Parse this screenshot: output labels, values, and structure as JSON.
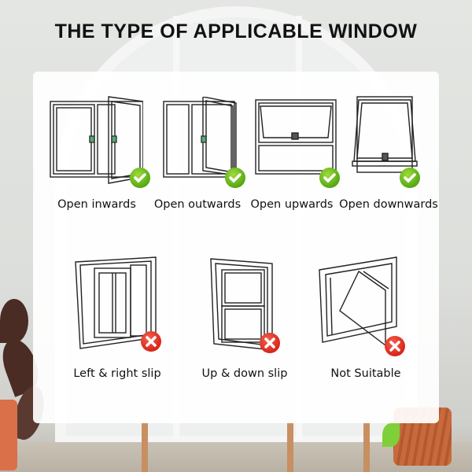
{
  "title": "THE TYPE OF APPLICABLE WINDOW",
  "applicable": [
    {
      "label": "Open inwards",
      "status": "check-icon"
    },
    {
      "label": "Open outwards",
      "status": "check-icon"
    },
    {
      "label": "Open upwards",
      "status": "check-icon"
    },
    {
      "label": "Open downwards",
      "status": "check-icon"
    }
  ],
  "not_applicable": [
    {
      "label": "Left & right slip",
      "status": "cross-icon"
    },
    {
      "label": "Up & down slip",
      "status": "cross-icon"
    },
    {
      "label": "Not Suitable",
      "status": "cross-icon"
    }
  ],
  "colors": {
    "check": "#55a814",
    "cross": "#d8261a",
    "title": "#111111"
  }
}
